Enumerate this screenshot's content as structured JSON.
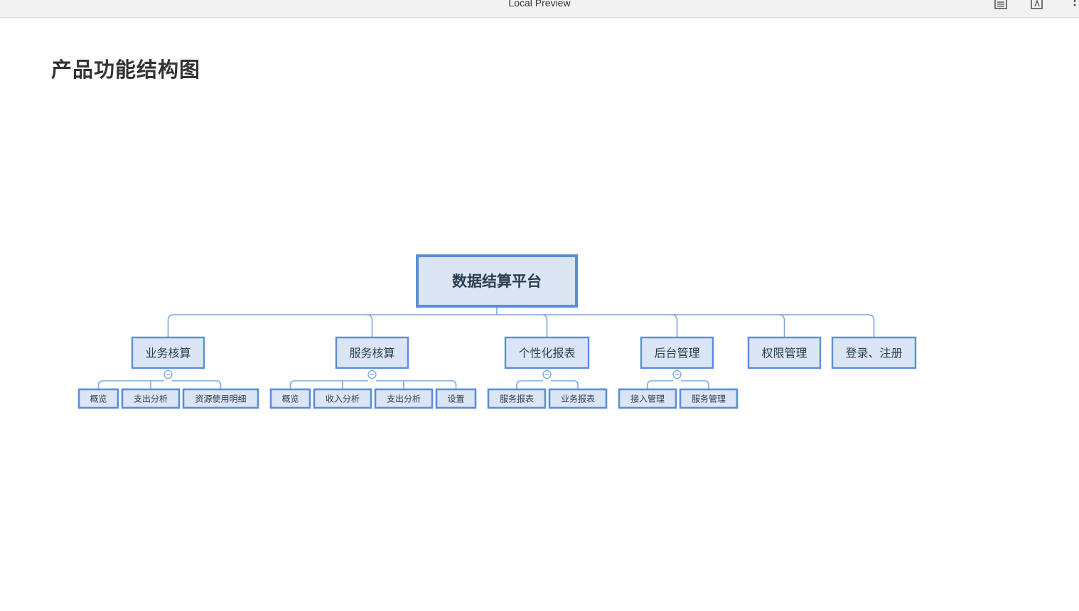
{
  "window": {
    "title": "Local Preview"
  },
  "page": {
    "heading": "产品功能结构图"
  },
  "colors": {
    "node_border": "#5b8ed6",
    "node_fill": "#dbe5f3",
    "connector": "#7aa7e0",
    "root_text": "#2c4a7a",
    "text": "#2c3e50"
  },
  "diagram": {
    "root": "数据结算平台",
    "branches": [
      {
        "label": "业务核算",
        "collapsed_marker": "⊖",
        "children": [
          "概览",
          "支出分析",
          "资源使用明细"
        ]
      },
      {
        "label": "服务核算",
        "collapsed_marker": "⊖",
        "children": [
          "概览",
          "收入分析",
          "支出分析",
          "设置"
        ]
      },
      {
        "label": "个性化报表",
        "collapsed_marker": "⊖",
        "children": [
          "服务报表",
          "业务报表"
        ]
      },
      {
        "label": "后台管理",
        "collapsed_marker": "⊖",
        "children": [
          "接入管理",
          "服务管理"
        ]
      },
      {
        "label": "权限管理",
        "children": []
      },
      {
        "label": "登录、注册",
        "children": []
      }
    ]
  }
}
